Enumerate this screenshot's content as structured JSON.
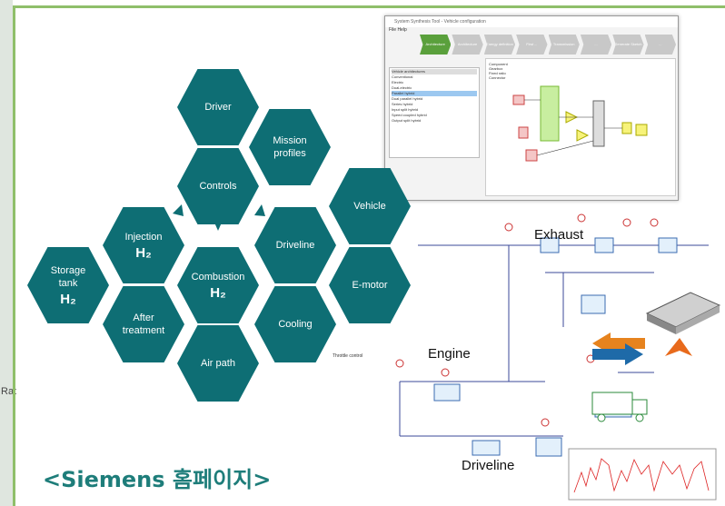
{
  "hexagons": {
    "driver": "Driver",
    "mission": "Mission profiles",
    "controls": "Controls",
    "vehicle": "Vehicle",
    "injection": "Injection",
    "injection_sub": "H₂",
    "driveline": "Driveline",
    "storage": "Storage tank",
    "storage_sub": "H₂",
    "combustion": "Combustion",
    "combustion_sub": "H₂",
    "emotor": "E-motor",
    "after": "After treatment",
    "cooling": "Cooling",
    "airpath": "Air path"
  },
  "diagram_labels": {
    "exhaust": "Exhaust",
    "engine": "Engine",
    "driveline": "Driveline",
    "throttle": "Throttle control"
  },
  "caption": "<Siemens 홈페이지>",
  "left_strip": {
    "label": "Rat"
  },
  "window": {
    "title": "System Synthesis Tool - Vehicle configuration",
    "menu": "File   Help",
    "steps": [
      "Architecture definition",
      "Architecture parameters",
      "Energy definition",
      "First ...",
      "Transmission",
      "...",
      "Generate Sketch",
      "..."
    ],
    "list_header": "Vehicle architectures",
    "list_items": [
      "Conventional",
      "Electric",
      "Dual-electric",
      "Parallel hybrid",
      "Dual parallel hybrid",
      "Series hybrid",
      "Input split hybrid",
      "Speed coupled hybrid",
      "Output split hybrid"
    ],
    "legend": [
      "Component",
      "Gearbox",
      "Fixed ratio",
      "Connector"
    ]
  },
  "colors": {
    "hex": "#0e6e74",
    "caption": "#1e7d7a",
    "frame": "#8fbf6a",
    "arrow_orange": "#e6831e",
    "arrow_blue": "#1e6aa8"
  }
}
